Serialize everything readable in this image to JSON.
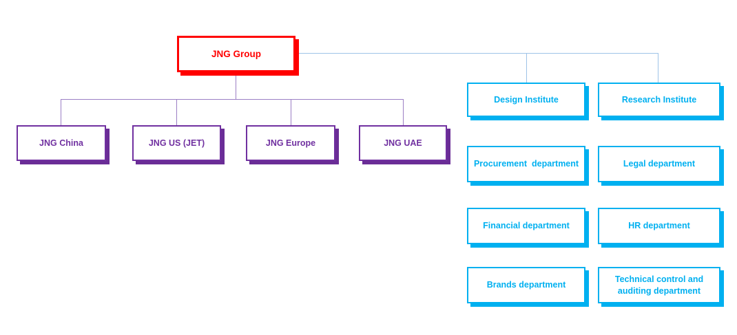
{
  "root": {
    "label": "JNG Group"
  },
  "subsidiaries": [
    {
      "label": "JNG China"
    },
    {
      "label": "JNG US (JET)"
    },
    {
      "label": "JNG Europe"
    },
    {
      "label": "JNG UAE"
    }
  ],
  "departments": {
    "left": [
      {
        "label": "Design Institute"
      },
      {
        "label": "Procurement  department"
      },
      {
        "label": "Financial department"
      },
      {
        "label": "Brands department"
      }
    ],
    "right": [
      {
        "label": "Research Institute"
      },
      {
        "label": "Legal department"
      },
      {
        "label": "HR department"
      },
      {
        "label": "Technical control and auditing department"
      }
    ]
  },
  "colors": {
    "root_red": "#FF0000",
    "subsidiary_purple": "#7030A0",
    "department_cyan": "#00B0F0",
    "connector_purple": "#9B7EC4",
    "connector_blue": "#9EC3E8",
    "background": "#FFFFFF"
  }
}
